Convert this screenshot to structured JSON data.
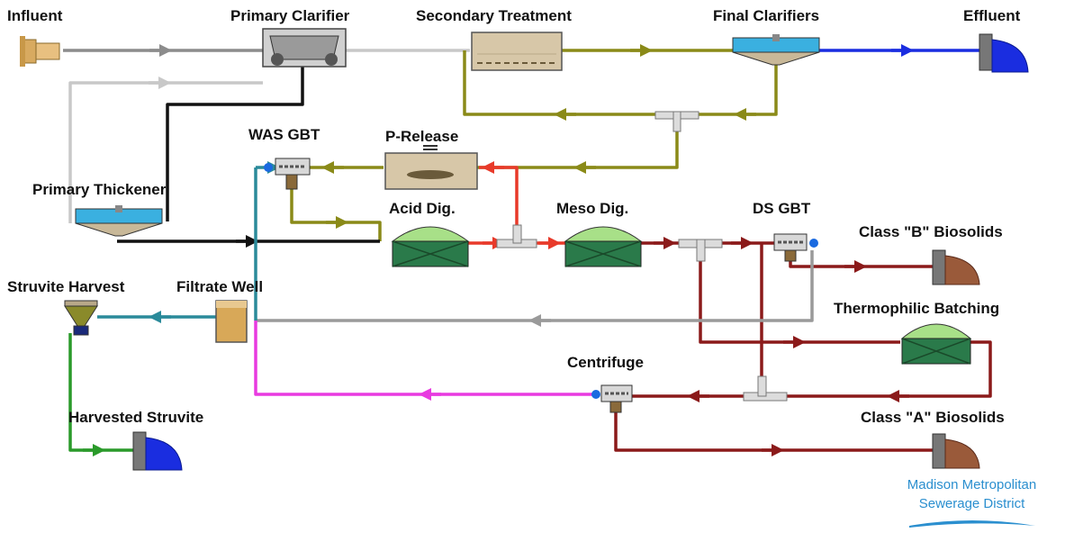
{
  "labels": {
    "influent": "Influent",
    "primary_clarifier": "Primary Clarifier",
    "secondary_treatment": "Secondary Treatment",
    "final_clarifiers": "Final Clarifiers",
    "effluent": "Effluent",
    "was_gbt": "WAS GBT",
    "p_release": "P-Release",
    "primary_thickener": "Primary Thickener",
    "acid_dig": "Acid Dig.",
    "meso_dig": "Meso Dig.",
    "ds_gbt": "DS GBT",
    "class_b": "Class \"B\" Biosolids",
    "struvite_harvest": "Struvite Harvest",
    "filtrate_well": "Filtrate Well",
    "thermophilic": "Thermophilic Batching",
    "centrifuge": "Centrifuge",
    "class_a": "Class \"A\" Biosolids",
    "harvested_struvite": "Harvested Struvite"
  },
  "logo": {
    "line1": "Madison Metropolitan",
    "line2": "Sewerage District"
  },
  "flow_colors": {
    "influent": "#8c8c8c",
    "primary_effluent": "#c8c8c8",
    "mixed_liquor": "#8a8a18",
    "effluent": "#1a2de0",
    "primary_sludge": "#111111",
    "p_release_feed": "#e83a2a",
    "digested_sludge": "#8b1a1a",
    "filtrate": "#2a8a9a",
    "centrate": "#e83ae0",
    "struvite": "#2a9a2a",
    "return": "#9a9a9a"
  }
}
